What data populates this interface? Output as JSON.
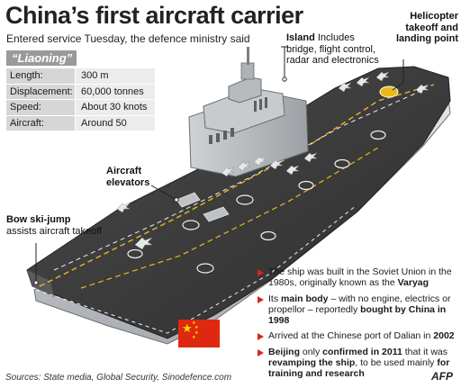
{
  "title": "China’s first aircraft carrier",
  "subtitle": "Entered service Tuesday, the defence ministry said",
  "ship_name": "“Liaoning”",
  "specs": [
    {
      "label": "Length:",
      "value": "300 m"
    },
    {
      "label": "Displacement:",
      "value": "60,000 tonnes"
    },
    {
      "label": "Speed:",
      "value": "About 30 knots"
    },
    {
      "label": "Aircraft:",
      "value": "Around 50"
    }
  ],
  "callouts": {
    "island_bold": "Island",
    "island_text_1": " Includes",
    "island_text_2": "bridge, flight control,",
    "island_text_3": "radar and electronics",
    "helicopter_1": "Helicopter",
    "helicopter_2": "takeoff and",
    "helicopter_3": "landing point",
    "elevators_1": "Aircraft",
    "elevators_2": "elevators",
    "bow_bold": "Bow ski-jump",
    "bow_text": "assists aircraft takeoff"
  },
  "facts": {
    "f1": "The ship was built in the Soviet Union in the 1980s, originally known as the ",
    "f1_bold": "Varyag",
    "f2_a": "Its ",
    "f2_b": "main body",
    "f2_c": " – with no engine, electrics or propellor – reportedly ",
    "f2_d": "bought by China in 1998",
    "f3_a": "Arrived at the Chinese port of Dalian in ",
    "f3_b": "2002",
    "f4_a": "Beijing",
    "f4_b": " only ",
    "f4_c": "confirmed in 2011",
    "f4_d": " that it was ",
    "f4_e": "revamping the ship",
    "f4_f": ", to be used mainly ",
    "f4_g": "for training and research"
  },
  "sources": "Sources: State media, Global Security, Sinodefence.com",
  "credit": "AFP",
  "colors": {
    "accent": "#d7261e",
    "deck": "#3a3a3a",
    "hull": "#d4d6d8",
    "flag": "#de2910",
    "star": "#ffde00",
    "deck_line": "#e8b81c"
  }
}
